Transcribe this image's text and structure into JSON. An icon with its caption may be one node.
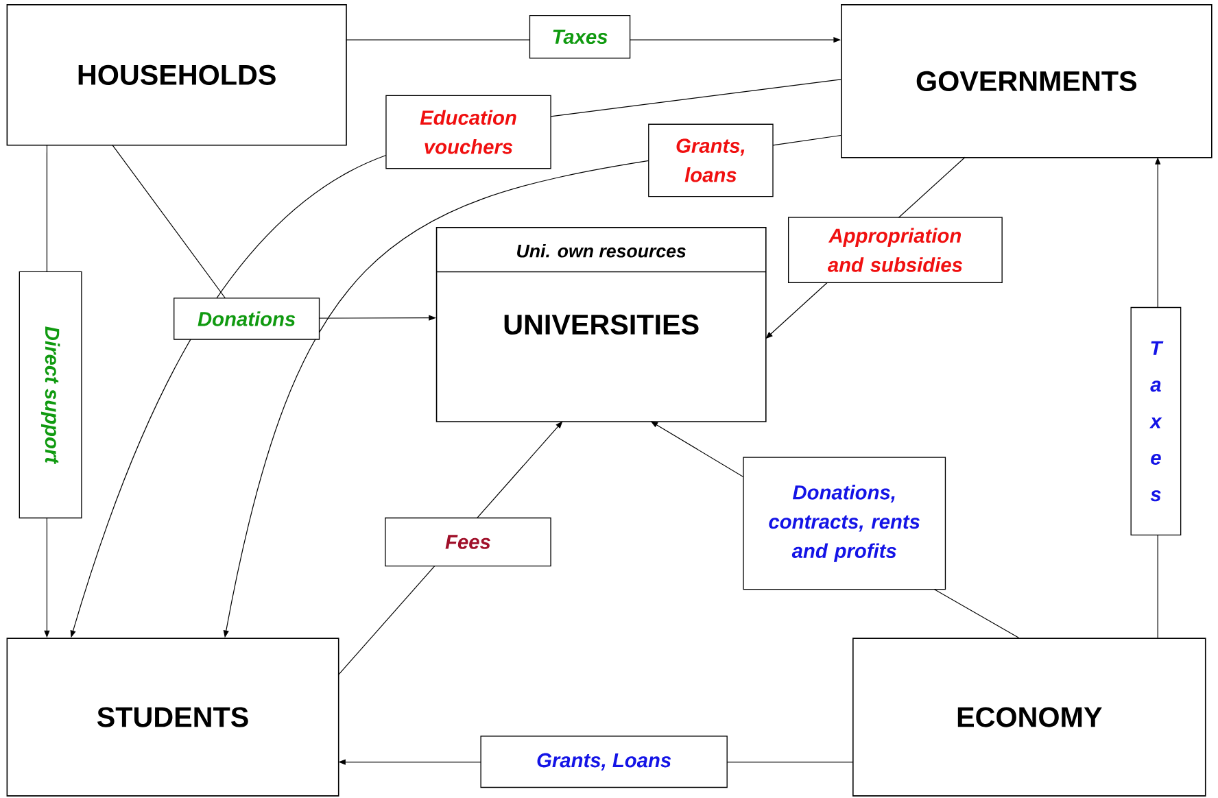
{
  "diagram": {
    "nodes": [
      {
        "text": [
          "HOUSEHOLDS"
        ]
      },
      {
        "text": [
          "GOVERNMENTS"
        ]
      },
      {
        "text": [
          "Uni. own resources",
          "UNIVERSITIES"
        ]
      },
      {
        "text": [
          "STUDENTS"
        ]
      },
      {
        "text": [
          "ECONOMY"
        ]
      }
    ],
    "edges": [
      {
        "from": 0,
        "to": 1,
        "arrow": "to",
        "label": "Taxes"
      },
      {
        "from": 1,
        "to": 3,
        "arrow": "to",
        "label": "Education vouchers"
      },
      {
        "from": 1,
        "to": 3,
        "arrow": "to",
        "label": "Grants, loans"
      },
      {
        "from": 1,
        "to": 2,
        "arrow": "to",
        "label": "Appropriation and subsidies"
      },
      {
        "from": 0,
        "to": 3,
        "arrow": "to",
        "label": "Direct support"
      },
      {
        "from": 0,
        "to": 2,
        "arrow": "to",
        "label": "Donations"
      },
      {
        "from": 3,
        "to": 2,
        "arrow": "to",
        "label": "Fees"
      },
      {
        "from": 4,
        "to": 2,
        "arrow": "to",
        "label": "Donations, contracts, rents and profits"
      },
      {
        "from": 4,
        "to": 1,
        "arrow": "to",
        "label": "Taxes"
      },
      {
        "from": 4,
        "to": 3,
        "arrow": "to",
        "label": "Grants, Loans"
      }
    ]
  }
}
